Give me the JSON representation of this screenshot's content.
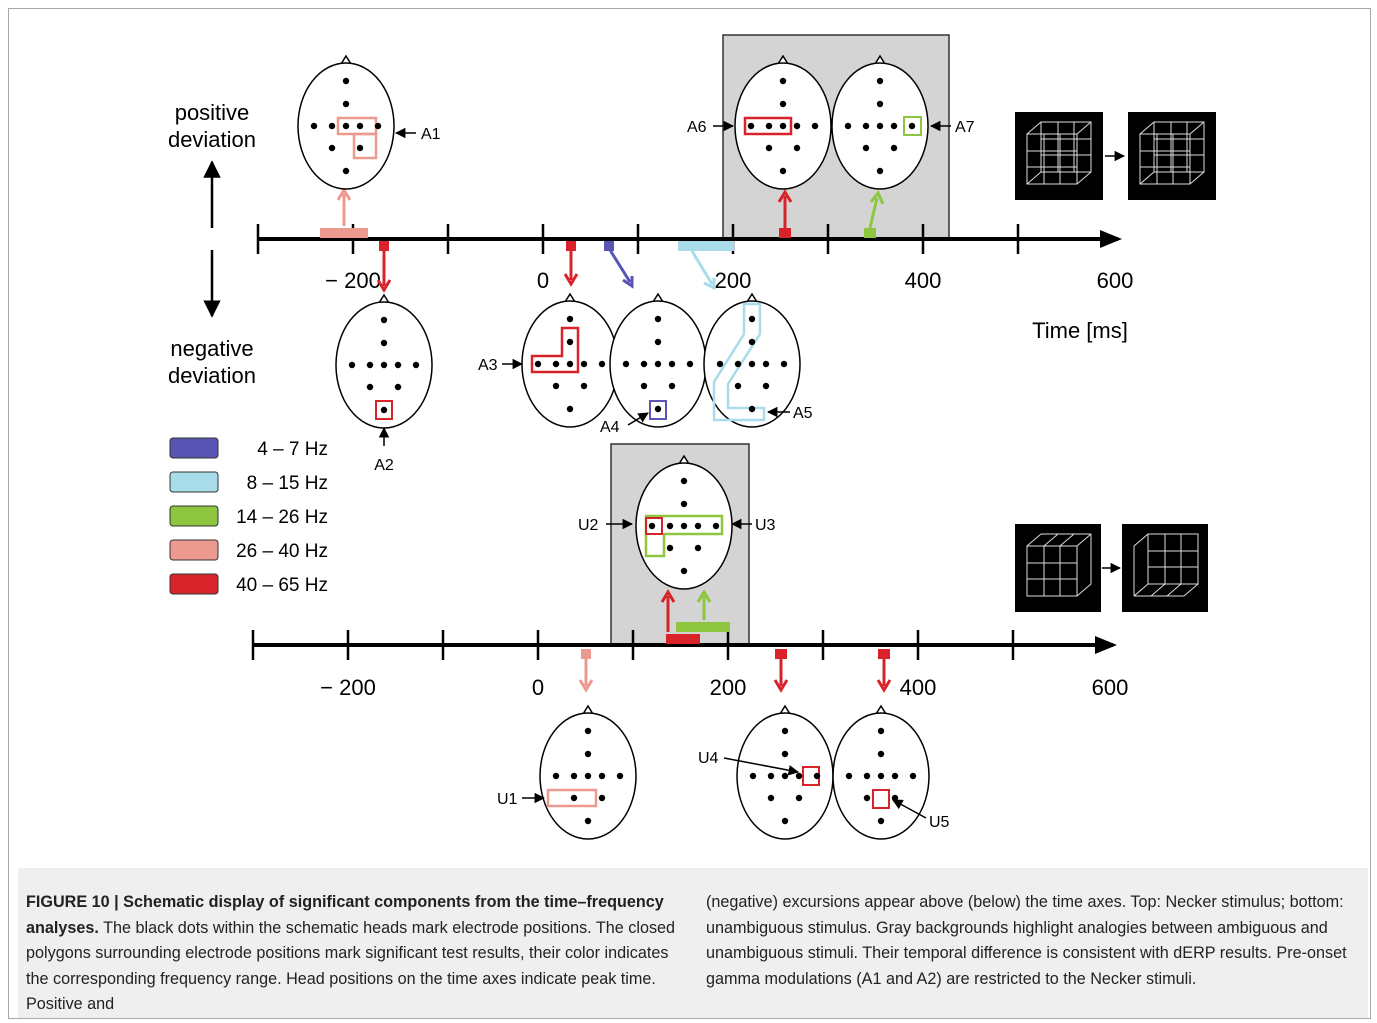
{
  "figure": {
    "labels": {
      "positive": [
        "positive",
        "deviation"
      ],
      "negative": [
        "negative",
        "deviation"
      ],
      "time_axis_label": "Time [ms]"
    },
    "ticks_top": [
      "− 200",
      "0",
      "200",
      "400",
      "600"
    ],
    "ticks_bottom": [
      "− 200",
      "0",
      "200",
      "400",
      "600"
    ],
    "legend": [
      {
        "label": "4 – 7 Hz",
        "color": "#5a55b5"
      },
      {
        "label": "8 – 15 Hz",
        "color": "#a8dcea"
      },
      {
        "label": "14 – 26 Hz",
        "color": "#8fc63f"
      },
      {
        "label": "26 – 40 Hz",
        "color": "#ec9a8f"
      },
      {
        "label": "40 – 65 Hz",
        "color": "#d9232a"
      }
    ],
    "components": {
      "A1": "A1",
      "A2": "A2",
      "A3": "A3",
      "A4": "A4",
      "A5": "A5",
      "A6": "A6",
      "A7": "A7",
      "U1": "U1",
      "U2": "U2",
      "U3": "U3",
      "U4": "U4",
      "U5": "U5"
    }
  },
  "caption": {
    "bold": "FIGURE 10 | Schematic display of significant components from the time–frequency analyses.",
    "left_text": " The black dots within the schematic heads mark electrode positions. The closed polygons surrounding electrode positions mark significant test results, their color indicates the corresponding frequency range. Head positions on the time axes indicate peak time. Positive and",
    "right_text": "(negative) excursions appear above (below) the time axes. Top: Necker stimulus; bottom: unambiguous stimulus. Gray backgrounds highlight analogies between ambiguous and unambiguous stimuli. Their temporal difference is consistent with dERP results. Pre-onset gamma modulations (A1 and A2) are restricted to the Necker stimuli."
  }
}
